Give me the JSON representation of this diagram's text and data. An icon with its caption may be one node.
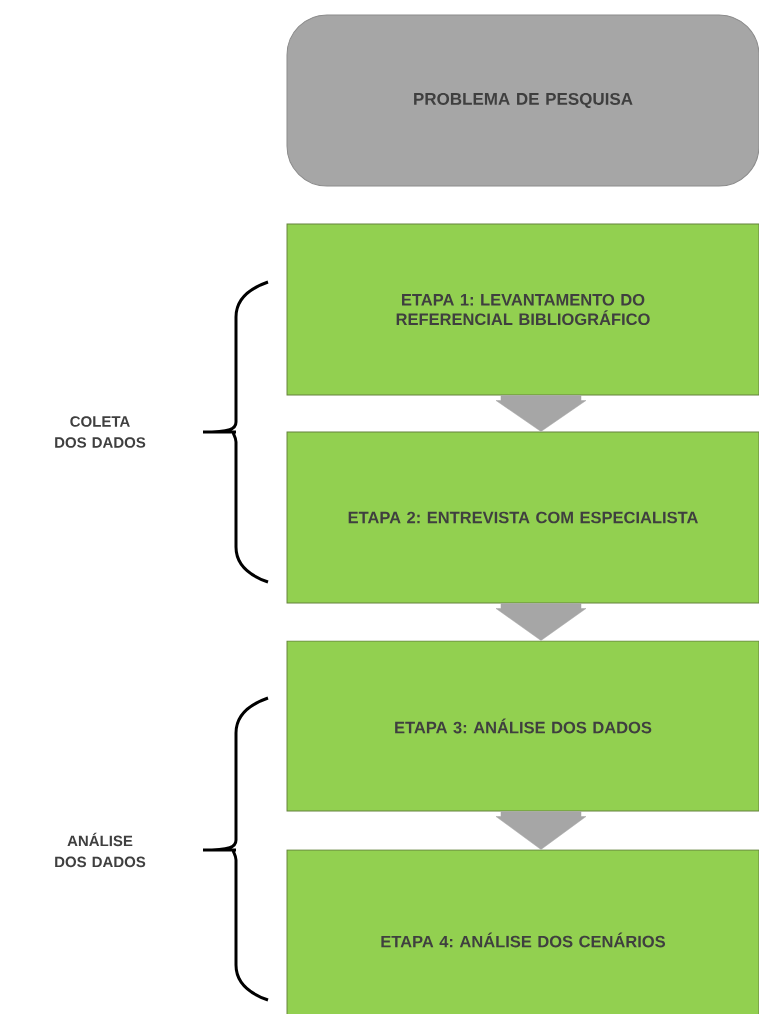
{
  "diagram": {
    "nodes": [
      {
        "text": [
          "PROBLEMA DE PESQUISA"
        ]
      },
      {
        "text": [
          "ETAPA 1: LEVANTAMENTO DO REFERENCIAL BIBLIOGRÁFICO"
        ]
      },
      {
        "text": [
          "ETAPA 2: ENTREVISTA COM ESPECIALISTA"
        ]
      },
      {
        "text": [
          "ETAPA 3: ANÁLISE DOS DADOS"
        ]
      },
      {
        "text": [
          "ETAPA 4: ANÁLISE DOS CENÁRIOS"
        ]
      }
    ],
    "edges": [
      {
        "from": 1,
        "to": 2,
        "arrow": "to"
      },
      {
        "from": 2,
        "to": 3,
        "arrow": "to"
      },
      {
        "from": 3,
        "to": 4,
        "arrow": "to"
      }
    ],
    "labels": [
      "COLETA DOS DADOS",
      "ANÁLISE DOS DADOS"
    ]
  }
}
